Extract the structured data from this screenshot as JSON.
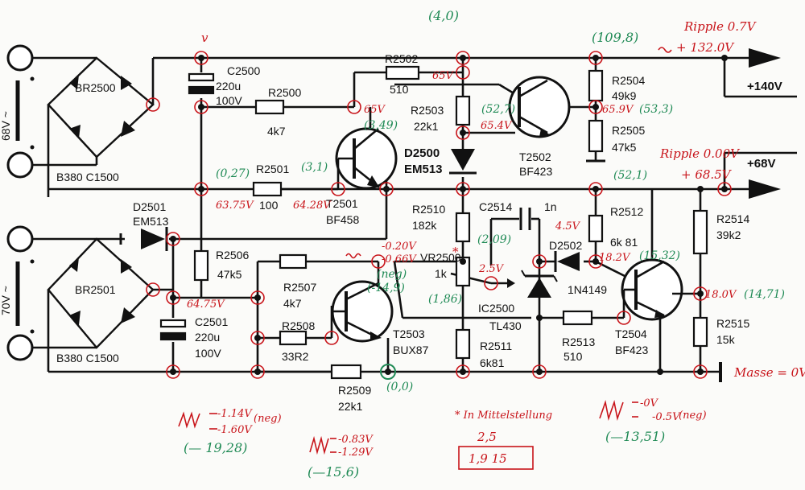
{
  "colors": {
    "ink": "#111111",
    "red_annotation": "#c8141a",
    "green_annotation": "#1f8a55"
  },
  "components": {
    "br2500": {
      "name": "BR2500",
      "part": "B380  C1500"
    },
    "br2501": {
      "name": "BR2501",
      "part": "B380  C1500"
    },
    "c2500": {
      "name": "C2500",
      "v1": "220u",
      "v2": "100V"
    },
    "c2501": {
      "name": "C2501",
      "v1": "220u",
      "v2": "100V"
    },
    "r2500": {
      "name": "R2500",
      "value": "4k7"
    },
    "r2501": {
      "name": "R2501",
      "value": "100"
    },
    "r2502": {
      "name": "R2502",
      "value": "510"
    },
    "r2503": {
      "name": "R2503",
      "value": "22k1"
    },
    "r2504": {
      "name": "R2504",
      "value": "49k9"
    },
    "r2505": {
      "name": "R2505",
      "value": "47k5"
    },
    "r2506": {
      "name": "R2506",
      "value": "47k5"
    },
    "r2507": {
      "name": "R2507",
      "value": "4k7"
    },
    "r2508": {
      "name": "R2508",
      "value": "33R2"
    },
    "r2509": {
      "name": "R2509",
      "value": "22k1"
    },
    "r2510": {
      "name": "R2510",
      "value": "182k"
    },
    "r2511": {
      "name": "R2511",
      "value": "6k81"
    },
    "r2512": {
      "name": "R2512",
      "value": "6k 81"
    },
    "r2513": {
      "name": "R2513",
      "value": "510"
    },
    "r2514": {
      "name": "R2514",
      "value": "39k2"
    },
    "r2515": {
      "name": "R2515",
      "value": "15k"
    },
    "d2500": {
      "name": "D2500",
      "part": "EM513"
    },
    "d2501": {
      "name": "D2501",
      "part": "EM513"
    },
    "d2502": {
      "name": "D2502",
      "part": "1N4149"
    },
    "t2501": {
      "name": "T2501",
      "part": "BF458"
    },
    "t2502": {
      "name": "T2502",
      "part": "BF423"
    },
    "t2503": {
      "name": "T2503",
      "part": "BUX87"
    },
    "t2504": {
      "name": "T2504",
      "part": "BF423"
    },
    "c2514": {
      "name": "C2514",
      "value": "1n"
    },
    "vr2500": {
      "name": "VR2500",
      "value": "1k"
    },
    "ic2500": {
      "name": "IC2500",
      "part": "TL430"
    }
  },
  "rails": {
    "out140": "+140V",
    "out68": "+68V",
    "in68": "68V ~",
    "in70": "70V ~"
  },
  "red_notes": {
    "v_c2500_top": "v",
    "ripple1": "Ripple 0.7V",
    "rail132": "+ 132.0V",
    "n65v_a": "65V",
    "n65v_b": "65V",
    "n654v": "65.4V",
    "n659v": "65.9V",
    "ripple2": "Ripple 0.00V",
    "rail68": "+ 68.5V",
    "n6375": "63.75V",
    "n6428": "64.28V",
    "n020": "-0.20V",
    "n066": "-0.66V",
    "n6475": "64.75V",
    "n25": "2.5V",
    "n45": "4.5V",
    "n182": "18.2V",
    "n180": "18.0V",
    "masse": "Masse = 0V",
    "w1_a": "-1.14V",
    "w1_b": "-1.60V",
    "neg1": "(neg)",
    "w2_a": "-0.83V",
    "w2_b": "-1.29V",
    "w3_a": "-0V",
    "w3_b": "-0.5V",
    "neg3": "(neg)",
    "mittel": "* In Mittelstellung",
    "mittel_val": "2,5",
    "boxed": "1,9 15",
    "star": "*"
  },
  "green_notes": {
    "g40": "(4,0)",
    "g1098": "(109,8)",
    "g527": "(52,7)",
    "g533": "(53,3)",
    "g349": "(3,49)",
    "g027": "(0,27)",
    "g31": "(3,1)",
    "g521": "(52,1)",
    "g209": "(2,09)",
    "g1532": "(15,32)",
    "g186": "(1,86)",
    "g1471": "(14,71)",
    "g149": "(-14,9)",
    "g00": "(0,0)",
    "g1928": "(— 19,28)",
    "g156": "(—15,6)",
    "g1351": "(—13,51)",
    "neg": "(neg)"
  }
}
